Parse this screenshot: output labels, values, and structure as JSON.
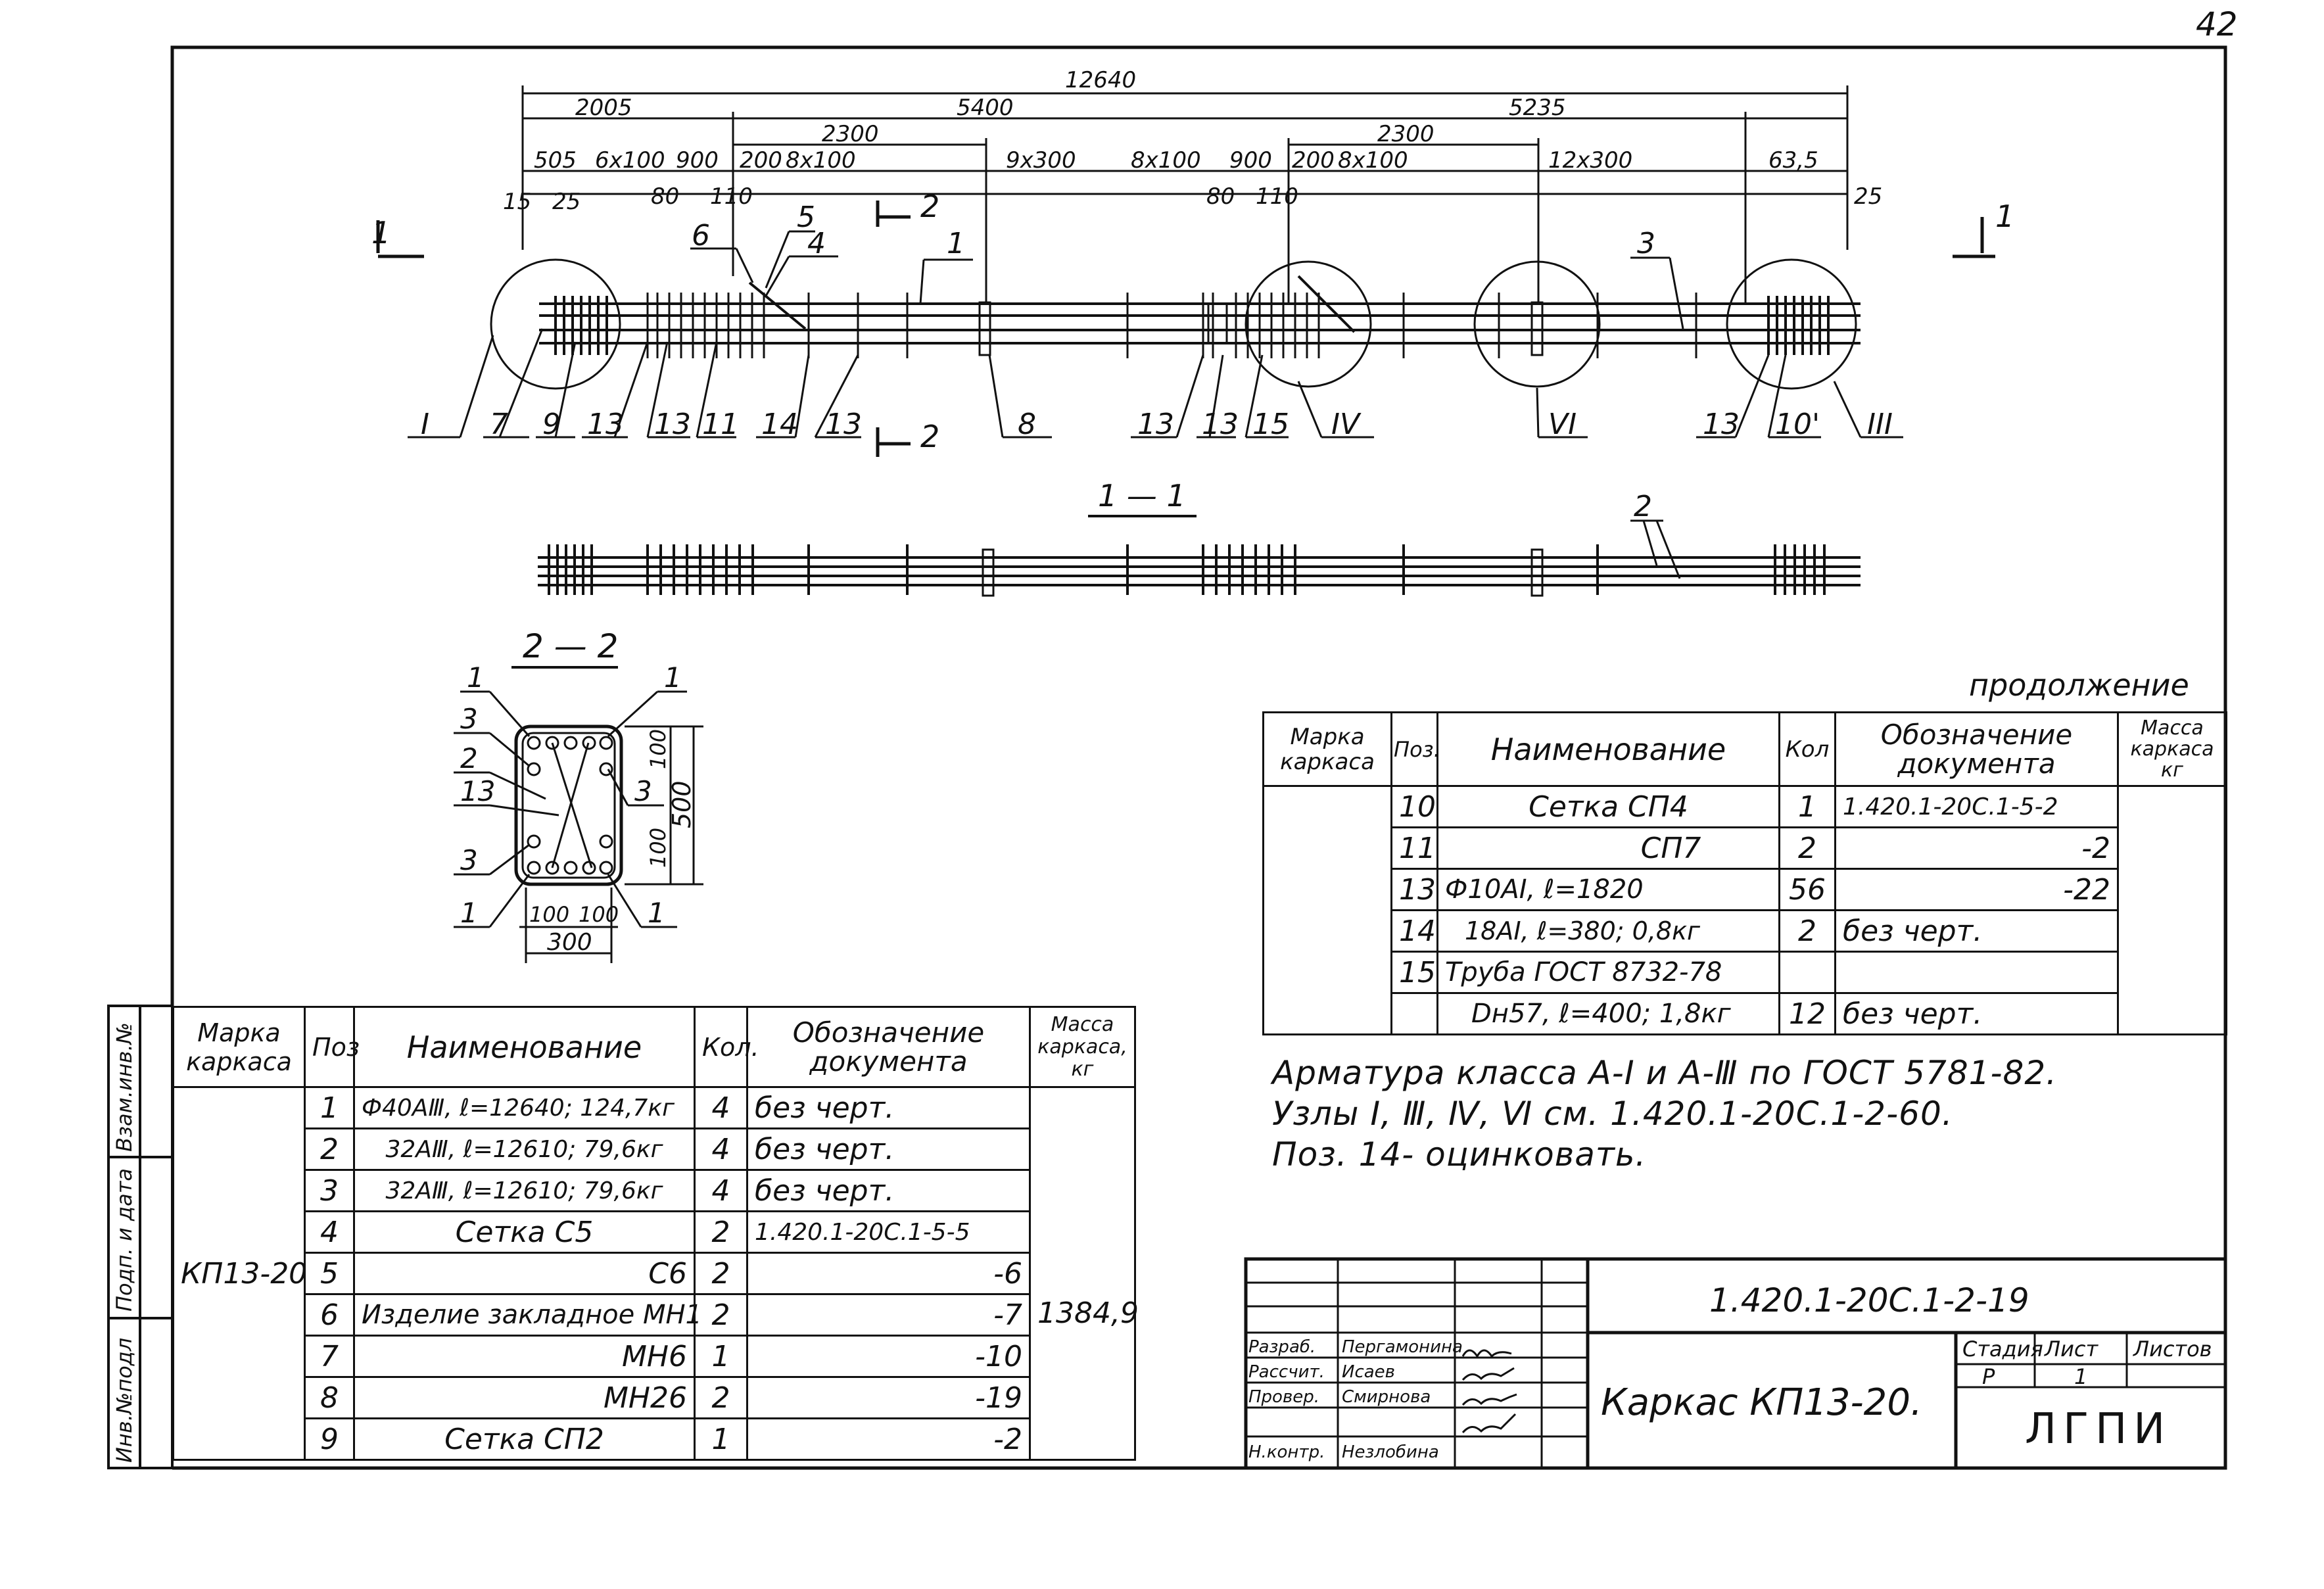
{
  "page_number": "42",
  "drawing": {
    "dims": {
      "total": "12640",
      "left_part": "2005",
      "mid_part": "5400",
      "right_part": "5235",
      "span_left": "2300",
      "span_right": "2300",
      "d_505": "505",
      "d_6x100": "6x100",
      "d_900a": "900",
      "d_200a": "200",
      "d_8x100a": "8x100",
      "d_9x300": "9x300",
      "d_8x100b": "8x100",
      "d_900b": "900",
      "d_200b": "200",
      "d_8x100c": "8x100",
      "d_12x300": "12x300",
      "d_635": "63,5",
      "d_15": "15",
      "d_25a": "25",
      "d_80a": "80",
      "d_110a": "110",
      "d_80b": "80",
      "d_110b": "110",
      "d_25b": "25"
    },
    "labels": {
      "cut1_left": "1",
      "cut1_right": "1",
      "cut2_top": "2",
      "cut2_bottom": "2",
      "p6": "6",
      "p5": "5",
      "p4": "4",
      "p1": "1",
      "p3": "3",
      "node_I": "I",
      "p7": "7",
      "p9": "9",
      "p13a": "13",
      "p13b": "13",
      "p11": "11",
      "p14": "14",
      "p13c": "13",
      "p8": "8",
      "p13d": "13",
      "p13e": "13",
      "p15": "15",
      "node_IV": "IV",
      "node_VI": "VI",
      "p13f": "13",
      "p10": "10'",
      "node_III": "III",
      "section11": "1 — 1",
      "sec11_p2": "2",
      "section22": "2 — 2",
      "s22_1a": "1",
      "s22_1b": "1",
      "s22_3a": "3",
      "s22_2": "2",
      "s22_13": "13",
      "s22_3b": "3",
      "s22_3c": "3",
      "s22_1c": "1",
      "s22_1d": "1",
      "s22_100a": "100",
      "s22_500": "500",
      "s22_100b": "100",
      "s22_100c": "100",
      "s22_100d": "100",
      "s22_300": "300"
    }
  },
  "left_table": {
    "headers": {
      "mark": "Марка каркаса",
      "pos": "Поз",
      "name": "Наименование",
      "qty": "Кол.",
      "doc": "Обозначение документа",
      "mass": "Масса каркаса, кг"
    },
    "mark_value": "КП13-20",
    "mass_value": "1384,9",
    "rows": [
      {
        "pos": "1",
        "name": "Ф40АⅢ, ℓ=12640; 124,7кг",
        "qty": "4",
        "doc": "без черт."
      },
      {
        "pos": "2",
        "name": "32АⅢ, ℓ=12610; 79,6кг",
        "qty": "4",
        "doc": "без черт."
      },
      {
        "pos": "3",
        "name": "32АⅢ, ℓ=12610; 79,6кг",
        "qty": "4",
        "doc": "без черт."
      },
      {
        "pos": "4",
        "name": "Сетка С5",
        "qty": "2",
        "doc": "1.420.1-20С.1-5-5"
      },
      {
        "pos": "5",
        "name": "С6",
        "qty": "2",
        "doc": "-6"
      },
      {
        "pos": "6",
        "name": "Изделие закладное МН1",
        "qty": "2",
        "doc": "-7"
      },
      {
        "pos": "7",
        "name": "МН6",
        "qty": "1",
        "doc": "-10"
      },
      {
        "pos": "8",
        "name": "МН26",
        "qty": "2",
        "doc": "-19"
      },
      {
        "pos": "9",
        "name": "Сетка СП2",
        "qty": "1",
        "doc": "-2"
      }
    ]
  },
  "side_stamp": [
    "Инв.№подл",
    "Подп. и дата",
    "Взам.инв.№"
  ],
  "right_table": {
    "caption": "продолжение",
    "headers": {
      "mark": "Марка каркаса",
      "pos": "Поз.",
      "name": "Наименование",
      "qty": "Кол",
      "doc": "Обозначение документа",
      "mass": "Масса каркаса кг"
    },
    "rows": [
      {
        "pos": "10",
        "name": "Сетка СП4",
        "qty": "1",
        "doc": "1.420.1-20С.1-5-2"
      },
      {
        "pos": "11",
        "name": "СП7",
        "qty": "2",
        "doc": "-2"
      },
      {
        "pos": "13",
        "name": "Ф10АⅠ, ℓ=1820",
        "qty": "56",
        "doc": "-22"
      },
      {
        "pos": "14",
        "name": "18АⅠ, ℓ=380; 0,8кг",
        "qty": "2",
        "doc": "без черт."
      },
      {
        "pos": "15",
        "name": "Труба ГОСТ 8732-78",
        "qty": "",
        "doc": ""
      },
      {
        "pos": "",
        "name": "Dн57, ℓ=400; 1,8кг",
        "qty": "12",
        "doc": "без черт."
      }
    ]
  },
  "notes": [
    "Арматура класса А-Ⅰ и А-Ⅲ по ГОСТ 5781-82.",
    "Узлы Ⅰ, Ⅲ, Ⅳ, Ⅵ см. 1.420.1-20С.1-2-60.",
    "Поз. 14- оцинковать."
  ],
  "title_block": {
    "doc_code": "1.420.1-20С.1-2-19",
    "title": "Каркас КП13-20.",
    "stage_label": "Стадия",
    "sheet_label": "Лист",
    "sheets_label": "Листов",
    "stage": "Р",
    "sheet": "1",
    "sheets": "",
    "org": "ЛГПИ",
    "roles": [
      {
        "role": "Разраб.",
        "name": "Пергамонина"
      },
      {
        "role": "Рассчит.",
        "name": "Исаев"
      },
      {
        "role": "Провер.",
        "name": "Смирнова"
      },
      {
        "role": "Н.контр.",
        "name": "Незлобина"
      }
    ]
  }
}
